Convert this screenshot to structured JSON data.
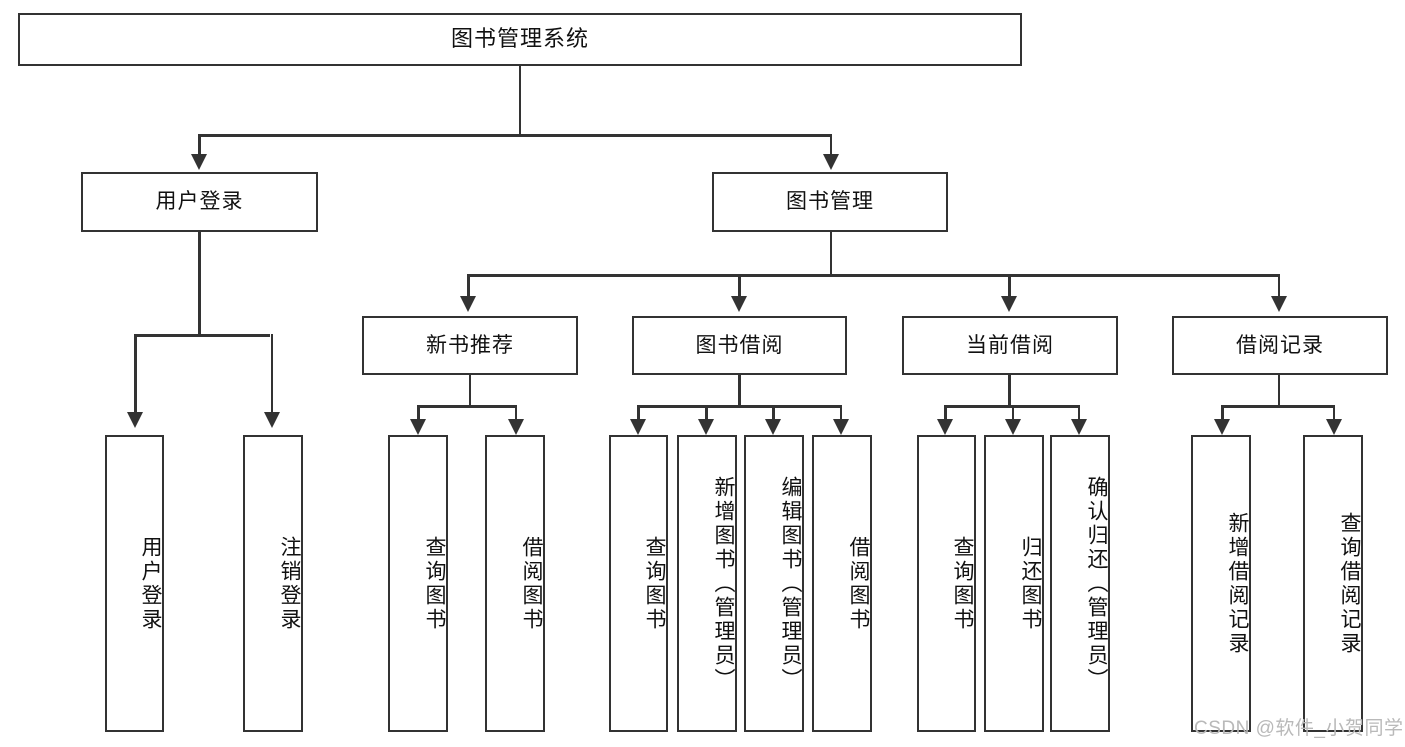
{
  "diagram": {
    "type": "tree-hierarchy",
    "title": "图书管理系统",
    "watermark": "CSDN @软件_小贺同学",
    "colors": {
      "stroke": "#333333",
      "background": "#ffffff",
      "text": "#111111",
      "watermark": "#b9b9b9"
    },
    "levels": {
      "root": {
        "label": "图书管理系统"
      },
      "level2": [
        {
          "label": "用户登录"
        },
        {
          "label": "图书管理"
        }
      ],
      "level3": [
        {
          "label": "新书推荐"
        },
        {
          "label": "图书借阅"
        },
        {
          "label": "当前借阅"
        },
        {
          "label": "借阅记录"
        }
      ],
      "leaves": {
        "user_login": [
          {
            "label": "用户登录"
          },
          {
            "label": "注销登录"
          }
        ],
        "new_book_recommend": [
          {
            "label": "查询图书"
          },
          {
            "label": "借阅图书"
          }
        ],
        "book_borrow": [
          {
            "label": "查询图书"
          },
          {
            "label": "新增图书（管理员）"
          },
          {
            "label": "编辑图书（管理员）"
          },
          {
            "label": "借阅图书"
          }
        ],
        "current_borrow": [
          {
            "label": "查询图书"
          },
          {
            "label": "归还图书"
          },
          {
            "label": "确认归还（管理员）"
          }
        ],
        "borrow_record": [
          {
            "label": "新增借阅记录"
          },
          {
            "label": "查询借阅记录"
          }
        ]
      }
    }
  }
}
